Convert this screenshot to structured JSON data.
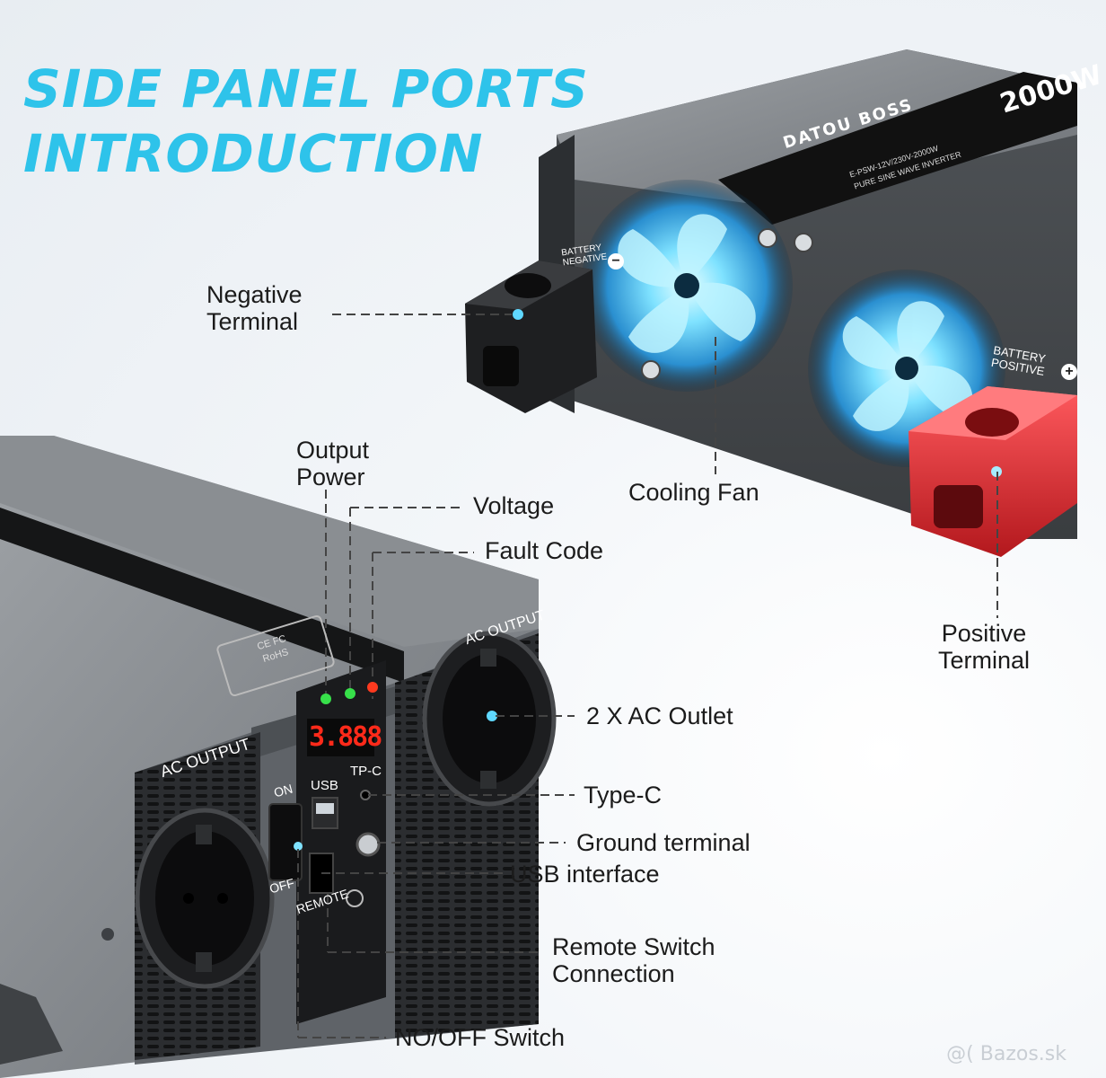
{
  "headline": {
    "line1": "SIDE PANEL PORTS",
    "line2": "INTRODUCTION"
  },
  "product_panel": {
    "brand": "DATOU BOSS",
    "model_badge": "2000W",
    "spec_line1": "E-PSW-12V/230V-2000W",
    "spec_line2": "PURE SINE WAVE INVERTER",
    "battery_negative": [
      "BATTERY",
      "NEGATIVE"
    ],
    "battery_positive": [
      "BATTERY",
      "POSITIVE"
    ],
    "negative_symbol": "−",
    "positive_symbol": "+"
  },
  "front_panel": {
    "ac_output_left": "AC OUTPUT",
    "ac_output_right": "AC OUTPUT",
    "display_value": "3.888",
    "usb_label": "USB",
    "typec_label": "TP-C",
    "on_label": "ON",
    "off_label": "OFF",
    "remote_label": "REMOTE",
    "cert_line1": "CE FC",
    "cert_line2": "RoHS",
    "led_colors": [
      "#37e04a",
      "#37e04a",
      "#ff3a1f"
    ]
  },
  "callouts": {
    "negative_terminal": [
      "Negative",
      "Terminal"
    ],
    "cooling_fan": "Cooling Fan",
    "positive_terminal": [
      "Positive",
      "Terminal"
    ],
    "output_power": [
      "Output",
      "Power"
    ],
    "voltage": "Voltage",
    "fault_code": "Fault Code",
    "ac_outlet": "2 X AC Outlet",
    "type_c": "Type-C",
    "ground_terminal": "Ground terminal",
    "usb_interface": "USB interface",
    "remote_switch": [
      "Remote Switch",
      "Connection"
    ],
    "on_off_switch": "NO/OFF Switch"
  },
  "colors": {
    "headline": "#2ec3ea",
    "fan_glow": "#5fd8ff",
    "positive_terminal": "#d42a2e",
    "body_gray": "#7b7f84",
    "display_red": "#ff2a1a"
  },
  "watermark": "@( Bazos.sk"
}
